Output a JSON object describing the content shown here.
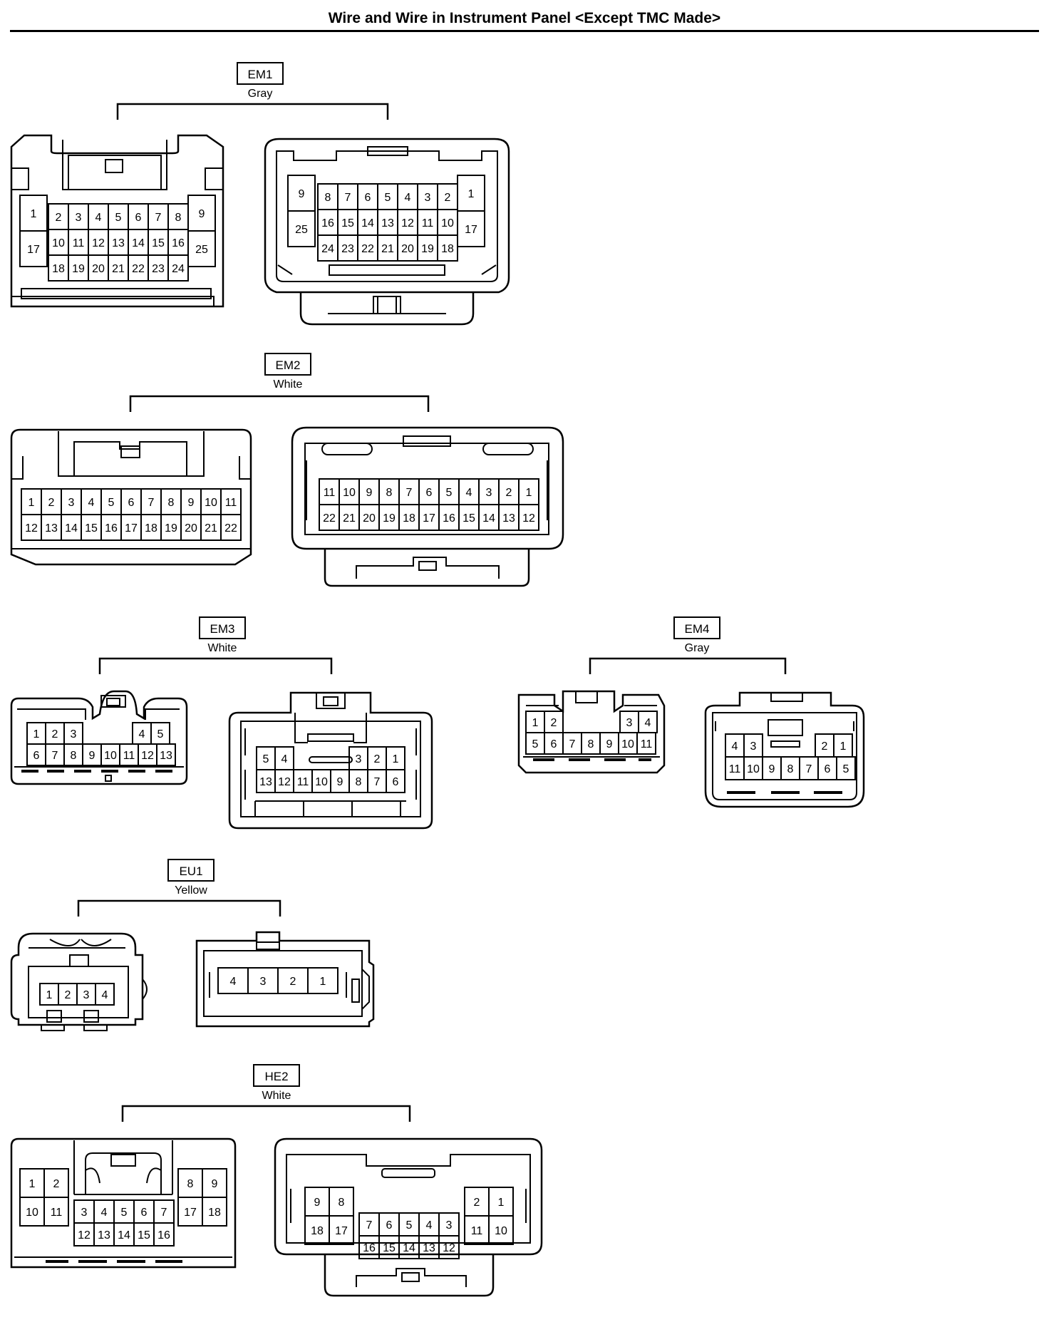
{
  "page_title": "Wire and Wire in Instrument Panel <Except TMC Made>",
  "connectors": [
    {
      "id": "EM1",
      "color": "Gray",
      "female": {
        "left": [
          [
            "1"
          ],
          [
            "17"
          ]
        ],
        "center": [
          [
            "2",
            "3",
            "4",
            "5",
            "6",
            "7",
            "8"
          ],
          [
            "10",
            "11",
            "12",
            "13",
            "14",
            "15",
            "16"
          ],
          [
            "18",
            "19",
            "20",
            "21",
            "22",
            "23",
            "24"
          ]
        ],
        "right": [
          [
            "9"
          ],
          [
            "25"
          ]
        ]
      },
      "male": {
        "left": [
          [
            "9"
          ],
          [
            "25"
          ]
        ],
        "center": [
          [
            "8",
            "7",
            "6",
            "5",
            "4",
            "3",
            "2"
          ],
          [
            "16",
            "15",
            "14",
            "13",
            "12",
            "11",
            "10"
          ],
          [
            "24",
            "23",
            "22",
            "21",
            "20",
            "19",
            "18"
          ]
        ],
        "right": [
          [
            "1"
          ],
          [
            "17"
          ]
        ]
      }
    },
    {
      "id": "EM2",
      "color": "White",
      "female": {
        "center": [
          [
            "1",
            "2",
            "3",
            "4",
            "5",
            "6",
            "7",
            "8",
            "9",
            "10",
            "11"
          ],
          [
            "12",
            "13",
            "14",
            "15",
            "16",
            "17",
            "18",
            "19",
            "20",
            "21",
            "22"
          ]
        ]
      },
      "male": {
        "center": [
          [
            "11",
            "10",
            "9",
            "8",
            "7",
            "6",
            "5",
            "4",
            "3",
            "2",
            "1"
          ],
          [
            "22",
            "21",
            "20",
            "19",
            "18",
            "17",
            "16",
            "15",
            "14",
            "13",
            "12"
          ]
        ]
      }
    },
    {
      "id": "EM3",
      "color": "White",
      "female": {
        "top_left": [
          "1",
          "2",
          "3"
        ],
        "top_right": [
          "4",
          "5"
        ],
        "bottom": [
          "6",
          "7",
          "8",
          "9",
          "10",
          "11",
          "12",
          "13"
        ]
      },
      "male": {
        "top_left": [
          "5",
          "4"
        ],
        "top_right": [
          "3",
          "2",
          "1"
        ],
        "bottom": [
          "13",
          "12",
          "11",
          "10",
          "9",
          "8",
          "7",
          "6"
        ]
      }
    },
    {
      "id": "EM4",
      "color": "Gray",
      "female": {
        "top_left": [
          "1",
          "2"
        ],
        "top_right": [
          "3",
          "4"
        ],
        "bottom": [
          "5",
          "6",
          "7",
          "8",
          "9",
          "10",
          "11"
        ]
      },
      "male": {
        "top_left": [
          "4",
          "3"
        ],
        "top_right": [
          "2",
          "1"
        ],
        "bottom": [
          "11",
          "10",
          "9",
          "8",
          "7",
          "6",
          "5"
        ]
      }
    },
    {
      "id": "EU1",
      "color": "Yellow",
      "female": {
        "row": [
          "1",
          "2",
          "3",
          "4"
        ]
      },
      "male": {
        "row": [
          "4",
          "3",
          "2",
          "1"
        ]
      }
    },
    {
      "id": "HE2",
      "color": "White",
      "female": {
        "left": [
          [
            "1",
            "2"
          ],
          [
            "10",
            "11"
          ]
        ],
        "center": [
          [
            "3",
            "4",
            "5",
            "6",
            "7"
          ],
          [
            "12",
            "13",
            "14",
            "15",
            "16"
          ]
        ],
        "right": [
          [
            "8",
            "9"
          ],
          [
            "17",
            "18"
          ]
        ]
      },
      "male": {
        "left": [
          [
            "9",
            "8"
          ],
          [
            "18",
            "17"
          ]
        ],
        "center": [
          [
            "7",
            "6",
            "5",
            "4",
            "3"
          ],
          [
            "16",
            "15",
            "14",
            "13",
            "12"
          ]
        ],
        "right": [
          [
            "2",
            "1"
          ],
          [
            "11",
            "10"
          ]
        ]
      }
    }
  ]
}
